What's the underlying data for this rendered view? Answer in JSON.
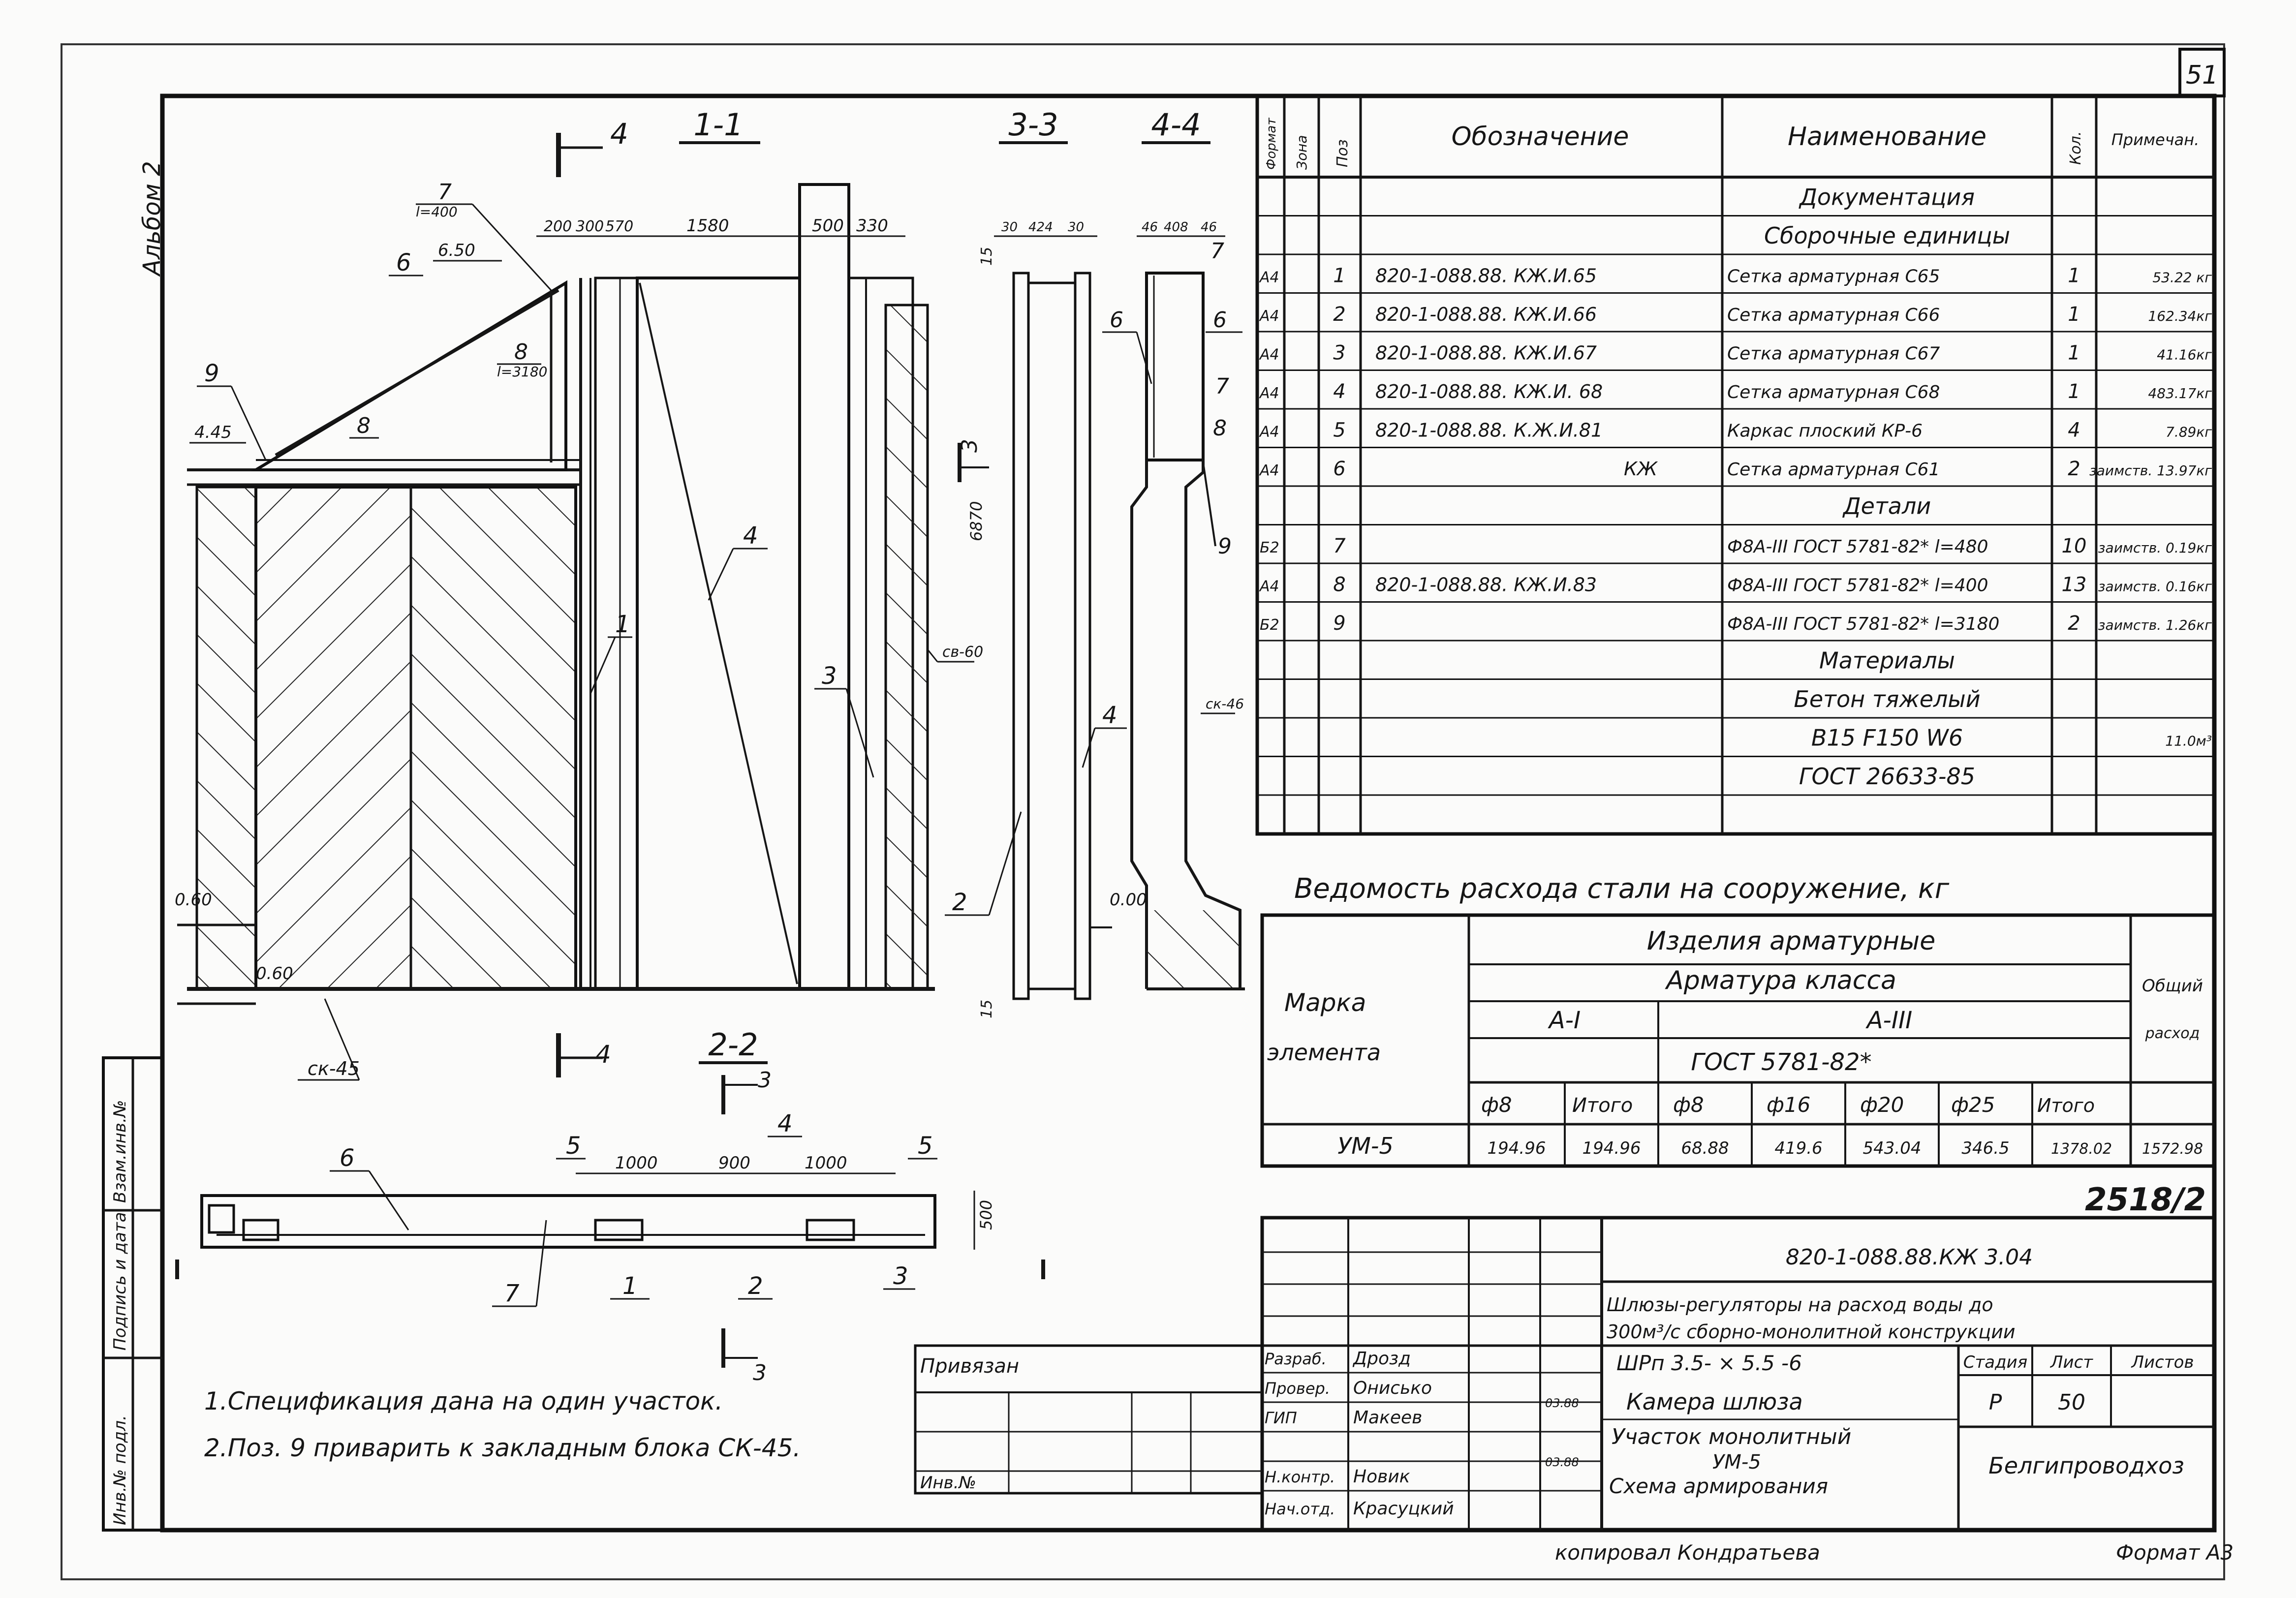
{
  "sheet": {
    "number": "51",
    "album": "Альбом 2",
    "inventory_id": "2518/2",
    "format": "Формат А3",
    "copied_by": "копировал Кондратьева"
  },
  "drawing": {
    "sections": {
      "s11": "1-1",
      "s33": "3-3",
      "s44": "4-4",
      "s22": "2-2"
    },
    "cut_marks": {
      "c4": "4",
      "c3": "3"
    },
    "dims_top": [
      "200",
      "300",
      "570",
      "1580",
      "500",
      "330"
    ],
    "dims_33": [
      "30",
      "424",
      "30"
    ],
    "dims_44": [
      "46",
      "408",
      "46"
    ],
    "dims_22": [
      "1000",
      "900",
      "1000"
    ],
    "dim_500": "500",
    "dim_15": "15",
    "dim_6870": "6870",
    "dim_15b": "15",
    "level_650": "6.50",
    "level_445": "4.45",
    "level_060a": "0.60",
    "level_060b": "0.60",
    "level_000": "0.00",
    "sub_7": "l=400",
    "sub_8": "l=3180",
    "callouts": [
      "1",
      "2",
      "3",
      "4",
      "5",
      "6",
      "7",
      "8",
      "9"
    ],
    "blocks": {
      "ck45": "ск-45",
      "ck46": "ск-46",
      "cb60": "св-60"
    }
  },
  "notes": [
    "1.Спецификация дана на один участок.",
    "2.Поз. 9 приварить к закладным блока СК-45."
  ],
  "spec": {
    "headers": {
      "format": "Формат",
      "zone": "Зона",
      "pos": "Поз",
      "designation": "Обозначение",
      "name": "Наименование",
      "qty": "Кол.",
      "note": "Примечан."
    },
    "rows": [
      {
        "f": "",
        "p": "",
        "d": "",
        "n": "Документация",
        "q": "",
        "m": ""
      },
      {
        "f": "",
        "p": "",
        "d": "",
        "n": "Сборочные единицы",
        "q": "",
        "m": ""
      },
      {
        "f": "А4",
        "p": "1",
        "d": "820-1-088.88. КЖ.И.65",
        "n": "Сетка арматурная С65",
        "q": "1",
        "m": "53.22 кг"
      },
      {
        "f": "А4",
        "p": "2",
        "d": "820-1-088.88. КЖ.И.66",
        "n": "Сетка арматурная С66",
        "q": "1",
        "m": "162.34кг"
      },
      {
        "f": "А4",
        "p": "3",
        "d": "820-1-088.88. КЖ.И.67",
        "n": "Сетка арматурная С67",
        "q": "1",
        "m": "41.16кг"
      },
      {
        "f": "А4",
        "p": "4",
        "d": "820-1-088.88. КЖ.И. 68",
        "n": "Сетка арматурная С68",
        "q": "1",
        "m": "483.17кг"
      },
      {
        "f": "А4",
        "p": "5",
        "d": "820-1-088.88. К.Ж.И.81",
        "n": "Каркас плоский КР-6",
        "q": "4",
        "m": "7.89кг"
      },
      {
        "f": "А4",
        "p": "6",
        "d": "КЖ",
        "n": "Сетка арматурная С61",
        "q": "2",
        "m": "заимств. 13.97кг"
      },
      {
        "f": "",
        "p": "",
        "d": "",
        "n": "Детали",
        "q": "",
        "m": ""
      },
      {
        "f": "Б2",
        "p": "7",
        "d": "",
        "n": "Ф8А-III ГОСТ 5781-82* l=480",
        "q": "10",
        "m": "заимств. 0.19кг"
      },
      {
        "f": "А4",
        "p": "8",
        "d": "820-1-088.88. КЖ.И.83",
        "n": "Ф8А-III ГОСТ 5781-82* l=400",
        "q": "13",
        "m": "заимств. 0.16кг"
      },
      {
        "f": "Б2",
        "p": "9",
        "d": "",
        "n": "Ф8А-III ГОСТ 5781-82* l=3180",
        "q": "2",
        "m": "заимств. 1.26кг"
      },
      {
        "f": "",
        "p": "",
        "d": "",
        "n": "Материалы",
        "q": "",
        "m": ""
      },
      {
        "f": "",
        "p": "",
        "d": "",
        "n": "Бетон тяжелый",
        "q": "",
        "m": ""
      },
      {
        "f": "",
        "p": "",
        "d": "",
        "n": "B15  F150  W6",
        "q": "",
        "m": "11.0м³"
      },
      {
        "f": "",
        "p": "",
        "d": "",
        "n": "ГОСТ 26633-85",
        "q": "",
        "m": ""
      },
      {
        "f": "",
        "p": "",
        "d": "",
        "n": "",
        "q": "",
        "m": ""
      }
    ]
  },
  "steel": {
    "title": "Ведомость расхода стали на сооружение, кг",
    "mark_label": "Марка",
    "element_label": "элемента",
    "products": "Изделия арматурные",
    "armature_class": "Арматура класса",
    "class1": "А-I",
    "class3": "А-III",
    "gost": "ГОСТ 5781-82*",
    "total_label_1": "Общий",
    "total_label_2": "расход",
    "cols": [
      "ф8",
      "Итого",
      "ф8",
      "ф16",
      "ф20",
      "ф25",
      "Итого"
    ],
    "row": {
      "mark": "УМ-5",
      "values": [
        "194.96",
        "194.96",
        "68.88",
        "419.6",
        "543.04",
        "346.5",
        "1378.02"
      ],
      "total": "1572.98"
    }
  },
  "title_block": {
    "code": "820-1-088.88.КЖ 3.04",
    "project_1": "Шлюзы-регуляторы на расход воды до",
    "project_2": "300м³/с сборно-монолитной конструкции",
    "variant": "ШРп 3.5-  × 5.5 -6",
    "object": "Камера шлюза",
    "sheet_name_1": "Участок монолитный",
    "sheet_name_2": "УМ-5",
    "sheet_name_3": "Схема армирования",
    "stage_label": "Стадия",
    "sheet_label": "Лист",
    "sheets_label": "Листов",
    "stage": "Р",
    "sheet": "50",
    "org": "Белгипроводхоз",
    "binding": "Привязан",
    "inv_no": "Инв.№",
    "people": [
      {
        "role": "Разраб.",
        "name": "Дрозд"
      },
      {
        "role": "Провер.",
        "name": "Онисько"
      },
      {
        "role": "ГИП",
        "name": "Макеев"
      },
      {
        "role": "",
        "name": ""
      },
      {
        "role": "Н.контр.",
        "name": "Новик"
      },
      {
        "role": "Нач.отд.",
        "name": "Красуцкий"
      }
    ],
    "dates": [
      "03.88",
      "03.88"
    ]
  },
  "side_stamp": {
    "cells": [
      "Инв.№ подл.",
      "Подпись и дата",
      "Взам.инв.№"
    ]
  }
}
